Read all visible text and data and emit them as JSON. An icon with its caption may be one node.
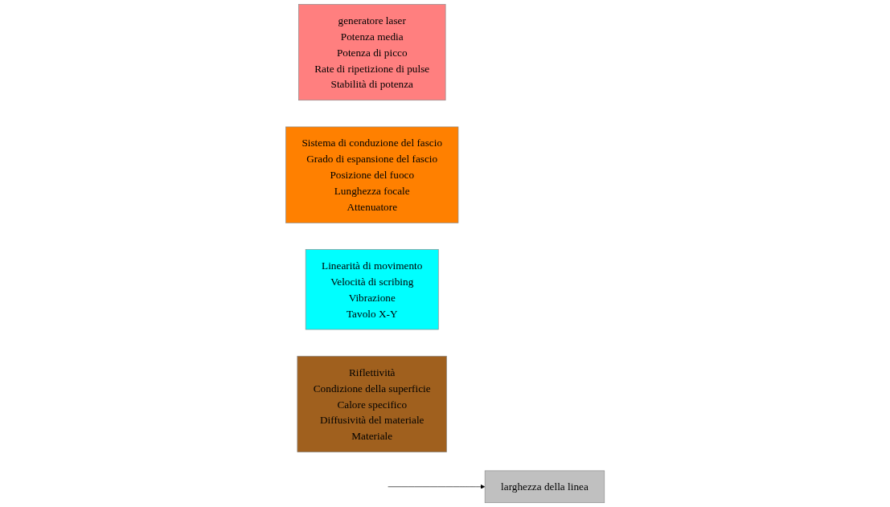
{
  "diagram": {
    "nodes": [
      {
        "text": [
          "generatore laser",
          "Potenza media",
          "Potenza di picco",
          "Rate di ripetizione di pulse",
          "Stabilità di potenza"
        ]
      },
      {
        "text": [
          "Sistema di conduzione del fascio",
          "Grado di espansione del fascio",
          "Posizione del fuoco",
          "Lunghezza focale",
          "Attenuatore"
        ]
      },
      {
        "text": [
          "Linearità di movimento",
          "Velocità di scribing",
          "Vibrazione",
          "Tavolo X-Y"
        ]
      },
      {
        "text": [
          "Riflettività",
          "Condizione della superficie",
          "Calore specifico",
          "Diffusività del materiale",
          "Materiale"
        ]
      },
      {
        "text": [
          "larghezza della linea"
        ]
      }
    ],
    "edges": [
      {
        "from": null,
        "to": 4,
        "arrow": "to"
      }
    ]
  }
}
